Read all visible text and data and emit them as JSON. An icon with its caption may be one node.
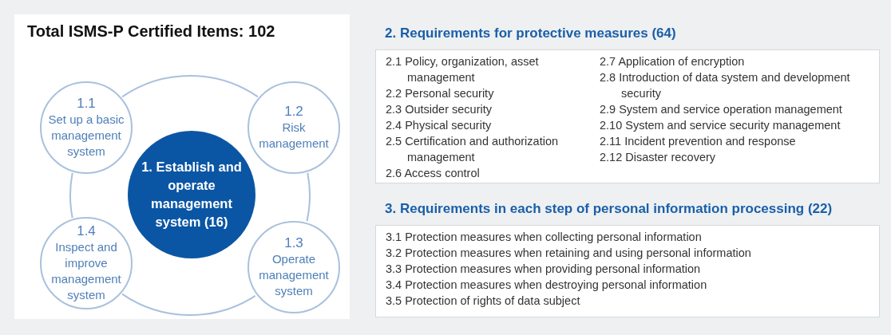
{
  "diagram": {
    "nodes": [
      {
        "text": [
          "Total ISMS-P Certified Items: 102"
        ]
      },
      {
        "text": [
          "1.1",
          "Set up a basic management system"
        ],
        "in": 0
      },
      {
        "text": [
          "1.2",
          "Risk management"
        ],
        "in": 0
      },
      {
        "text": [
          "1. Establish and operate management system (16)"
        ],
        "in": 0
      },
      {
        "text": [
          "1.3",
          "Operate management system"
        ],
        "in": 0
      },
      {
        "text": [
          "1.4",
          "Inspect and improve management system"
        ],
        "in": 0
      },
      {
        "text": [
          "2. Requirements for protective measures (64)",
          "2.1 Policy, organization, asset management",
          "2.2 Personal security",
          "2.3 Outsider security",
          "2.4 Physical security",
          "2.5 Certification and authorization management",
          "2.6 Access control",
          "2.7 Application of encryption",
          "2.8 Introduction of data system and development security",
          "2.9 System and service operation management",
          "2.10 System and service security management",
          "2.11 Incident prevention and response",
          "2.12 Disaster recovery"
        ]
      },
      {
        "text": [
          "3. Requirements in each step of personal information processing (22)",
          "3.1 Protection measures when collecting personal information",
          "3.2 Protection measures when retaining and using personal information",
          "3.3 Protection measures when providing personal information",
          "3.4 Protection measures when destroying personal information",
          "3.5 Protection of rights of data subject"
        ]
      }
    ],
    "edges": [
      {
        "from": 1,
        "to": 2,
        "arrow": "none"
      },
      {
        "from": 2,
        "to": 4,
        "arrow": "none"
      },
      {
        "from": 4,
        "to": 5,
        "arrow": "none"
      },
      {
        "from": 5,
        "to": 1,
        "arrow": "none"
      }
    ]
  }
}
